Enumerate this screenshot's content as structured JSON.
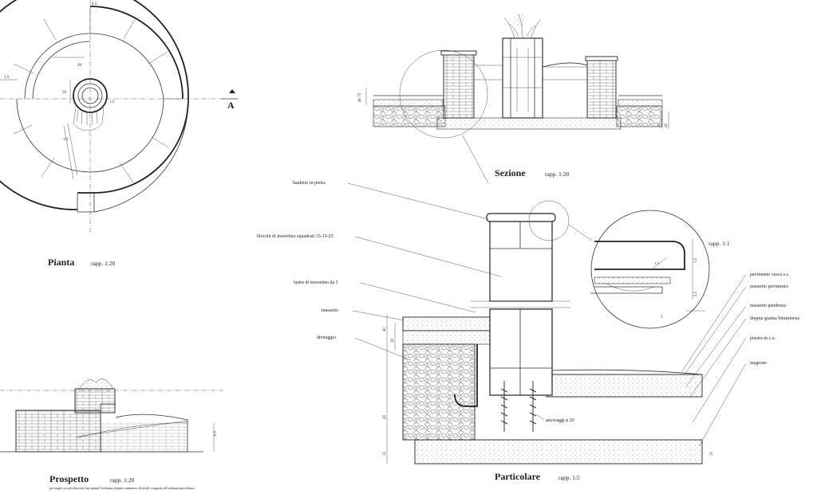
{
  "pianta": {
    "title": "Pianta",
    "scale": "rapp. 1:20",
    "section_mark": "A",
    "dims": [
      "4.5",
      "1.5",
      "20",
      "50",
      "1:3",
      "1:3"
    ]
  },
  "sezione": {
    "title": "Sezione",
    "scale": "rapp. 1:20",
    "dims": [
      "40 75",
      "15",
      "20"
    ]
  },
  "prospetto": {
    "title": "Prospetto",
    "scale": "rapp. 1:20",
    "note": "per segni con gli rilasciati fine pianta l'ordinata al punto nummero di nistili cioppatio all'ordinata precedenze",
    "dims": [
      "0.5"
    ]
  },
  "particolare": {
    "title": "Particolare",
    "scale": "rapp. 1:5",
    "labels": {
      "bauletto": "bauletto in pietra",
      "blocchi": "blocchi di travertino squadrati 15-15-25",
      "lastre": "lastre di travertino da 5",
      "massetto": "massetto",
      "drenaggio": "drenaggio",
      "ancoraggi": "ancoraggi ø 20",
      "pavimento_vasca": "pavimento vasca s.s.",
      "massetto_pavimento": "massetto pavimento",
      "massetto_pendenza": "massetto pendenza",
      "guaina": "doppia guaina bituminosa",
      "piastra": "piastra in c.a.",
      "magrone": "magrone"
    },
    "dims": [
      "40",
      "10",
      "20",
      "15",
      "15"
    ]
  },
  "detail": {
    "scale": "rapp. 1:1",
    "dims": [
      "r 5",
      "1.5",
      "2.5",
      "3"
    ]
  }
}
